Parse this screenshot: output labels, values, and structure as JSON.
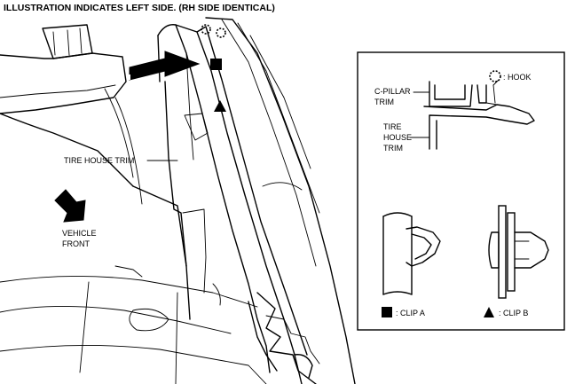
{
  "header": {
    "title": "ILLUSTRATION INDICATES LEFT SIDE. (RH SIDE IDENTICAL)"
  },
  "main_view": {
    "labels": {
      "tire_house_trim": "TIRE HOUSE TRIM",
      "vehicle_front_line1": "VEHICLE",
      "vehicle_front_line2": "FRONT"
    }
  },
  "detail_view": {
    "labels": {
      "hook": ": HOOK",
      "c_pillar_line1": "C-PILLAR",
      "c_pillar_line2": "TRIM",
      "tire_house_line1": "TIRE",
      "tire_house_line2": "HOUSE",
      "tire_house_line3": "TRIM"
    }
  },
  "legend": {
    "clip_a": ": CLIP A",
    "clip_b": ": CLIP B"
  }
}
